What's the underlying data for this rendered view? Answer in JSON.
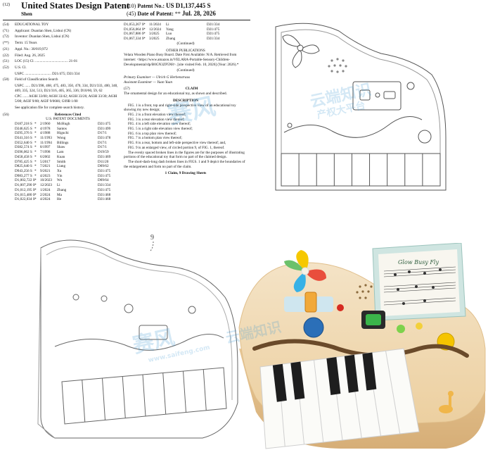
{
  "header": {
    "code_12": "(12)",
    "title": "United States Design Patent",
    "inventor_surname": "Shen",
    "code_10": "(10)",
    "patent_no_label": "Patent No.:",
    "patent_no": "US D1,137,445 S",
    "code_45": "(45)",
    "date_label": "Date of Patent:",
    "date_mark": "**",
    "date": "Jul. 28, 2026"
  },
  "fields": [
    {
      "code": "(54)",
      "text": "EDUCATIONAL TOY"
    },
    {
      "code": "(71)",
      "text": "Applicant: Duanlan Shen, Lishui (CN)"
    },
    {
      "code": "(72)",
      "text": "Inventor: Duanlan Shen, Lishui (CN)"
    },
    {
      "code": "(**)",
      "text": "Term: 15 Years"
    },
    {
      "code": "(21)",
      "text": "Appl. No.: 30/019,972"
    },
    {
      "code": "(22)",
      "text": "Filed: Aug. 26, 2025"
    },
    {
      "code": "(51)",
      "text": "LOC (15) Cl. .................................... 21-01"
    },
    {
      "code": "(52)",
      "text": "U.S. Cl."
    },
    {
      "code": "",
      "text": "USPC ............................. D21/475; D21/334"
    },
    {
      "code": "(58)",
      "text": "Field of Classification Search"
    },
    {
      "code": "",
      "text": "USPC ...... D21/398, 468, 475, 483, 350, 470, 334, D21/333, 400, 340, 469, 335, 324, 513, D21/316, 405, 365, 336; D10/60, 59, 62"
    },
    {
      "code": "",
      "text": "CPC ...... A63H 33/00; A63H 33/42; A63H 33/26; A63H 33/30; A63H 5/00; A63F 9/00; A63F 9/0666; G09B 1/00"
    },
    {
      "code": "",
      "text": "See application file for complete search history."
    }
  ],
  "refs_cited": {
    "code": "(56)",
    "heading": "References Cited",
    "subheading": "U.S. PATENT DOCUMENTS",
    "rows": [
      [
        "D187,218 S",
        "*",
        "2/1960",
        "McHugh",
        "D21/475"
      ],
      [
        "D246,625 S",
        "*",
        "4/1978",
        "Santos",
        "D21/499"
      ],
      [
        "D295,376 S",
        "*",
        "4/1988",
        "Higuchi",
        "D17/1"
      ],
      [
        "D341,316 S",
        "*",
        "11/1993",
        "Wong",
        "D21/478"
      ],
      [
        "D352,640 S",
        "*",
        "11/1994",
        "Billings",
        "D17/1"
      ],
      [
        "D382,574 S",
        "*",
        "8/1997",
        "Shaw",
        "D17/1"
      ],
      [
        "D396,062 S",
        "*",
        "7/1998",
        "Lam",
        "D19/59"
      ],
      [
        "D458,458 S",
        "*",
        "6/2002",
        "Kuan",
        "D21/469"
      ],
      [
        "D785,425 S",
        "*",
        "5/2017",
        "Smith",
        "D11/20"
      ],
      [
        "D825,640 S",
        "*",
        "7/2021",
        "Liang",
        "D09/62"
      ],
      [
        "D943,256 S",
        "*",
        "9/2021",
        "Xu",
        "D21/475"
      ],
      [
        "D983,277 S",
        "*",
        "4/2023",
        "Yin",
        "D21/475"
      ],
      [
        "D1,002,722 S",
        "*",
        "10/2023",
        "Wu",
        "D09/64"
      ],
      [
        "D1,007,290 S",
        "*",
        "12/2023",
        "Li",
        "D21/334"
      ],
      [
        "D1,012,195 S",
        "*",
        "1/2024",
        "Zhang",
        "D21/475"
      ],
      [
        "D1,015,480 S",
        "*",
        "2/2024",
        "Ma",
        "D21/468"
      ],
      [
        "D1,022,034 S",
        "*",
        "4/2024",
        "He",
        "D21/468"
      ]
    ],
    "rows_cont": [
      [
        "D1,053,267 S",
        "*",
        "11/2024",
        "Li",
        "D21/334"
      ],
      [
        "D1,056,064 S",
        "*",
        "12/2024",
        "Yang",
        "D21/475"
      ],
      [
        "D1,067,886 S",
        "*",
        "3/2025",
        "Luo",
        "D21/475"
      ],
      [
        "D1,067,334 S",
        "*",
        "3/2025",
        "Zhang",
        "D21/334"
      ]
    ],
    "continued": "(Continued)"
  },
  "other_pubs": {
    "heading": "OTHER PUBLICATIONS",
    "text": "Velara Wooden Piano Busy Board. Date First Available: N/A. Retrieved from internet: <https://www.amazon.in/VELARA-Portable-Sensory-Children-Developmental/dp/B0GN3ZP5N8>. [site visited Feb. 10, 2026] (Year: 2026).*",
    "continued": "(Continued)"
  },
  "examiners": {
    "primary": "Primary Examiner — Ulrich G Herbenstraus",
    "assistant": "Assistant Examiner — Yuan Yuan"
  },
  "claim": {
    "code": "(57)",
    "heading": "CLAIM",
    "text": "The ornamental design for an educational toy, as shown and described."
  },
  "description": {
    "heading": "DESCRIPTION",
    "items": [
      "FIG. 1 is a front, top and right-side perspective view of an educational toy showing my new design;",
      "FIG. 2 is a front elevation view thereof;",
      "FIG. 3 is a rear elevation view thereof;",
      "FIG. 4 is a left side elevation view thereof;",
      "FIG. 5 is a right side elevation view thereof;",
      "FIG. 6 is a top plan view thereof;",
      "FIG. 7 is a bottom plan view thereof;",
      "FIG. 8 is a rear, bottom and left-side perspective view thereof; and,",
      "FIG. 9 is an enlarged view, of circled portion 9, of FIG. 1, thereof.",
      "The evenly spaced broken lines in the figures are for the purposes of illustrating portions of the educational toy that form no part of the claimed design.",
      "The short-dash-long dash broken lines in FIGS. 1 and 9 depict the boundaries of the enlargement and form no part of the claim."
    ],
    "footer": "1 Claim, 9 Drawing Sheets"
  },
  "figure_label": "9",
  "photo": {
    "sheet_title": "Glow Busy Fly"
  },
  "watermarks": {
    "brand_cn": "赛风",
    "slogan_cn": "云端知识",
    "slogan2_cn": "产权大平台",
    "url": "www.saifeng.com"
  },
  "colors": {
    "wood": "#f1dcbc",
    "wood_edge": "#e3c59b",
    "green_button": "#3bb54a",
    "yellow_button": "#f5c400",
    "red_led": "#d62a20"
  }
}
